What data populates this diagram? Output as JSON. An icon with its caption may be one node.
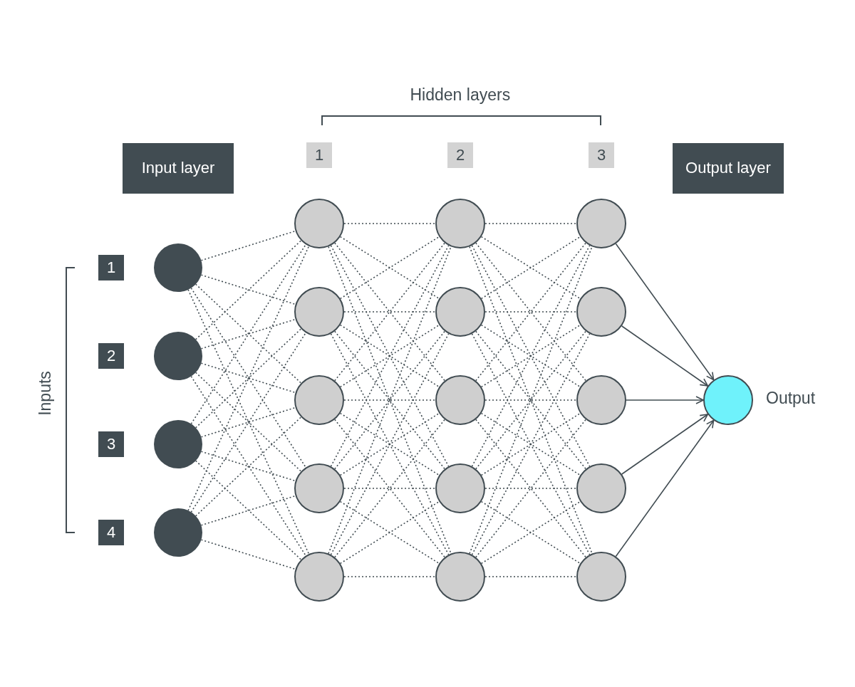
{
  "diagram": {
    "nodes": [
      {
        "text": [
          "Input layer"
        ]
      },
      {
        "text": [
          "1"
        ]
      },
      {
        "text": [
          "2"
        ]
      },
      {
        "text": [
          "3"
        ]
      },
      {
        "text": [
          "Output layer"
        ]
      },
      {
        "text": [
          "1"
        ]
      },
      {
        "text": [
          "2"
        ]
      },
      {
        "text": [
          "3"
        ]
      },
      {
        "text": [
          "4"
        ]
      },
      {
        "text": [],
        "shape": "circle"
      },
      {
        "text": [],
        "shape": "circle"
      },
      {
        "text": [],
        "shape": "circle"
      },
      {
        "text": [],
        "shape": "circle"
      },
      {
        "text": [],
        "shape": "circle"
      },
      {
        "text": [],
        "shape": "circle"
      },
      {
        "text": [],
        "shape": "circle"
      },
      {
        "text": [],
        "shape": "circle"
      },
      {
        "text": [],
        "shape": "circle"
      },
      {
        "text": [],
        "shape": "circle"
      },
      {
        "text": [],
        "shape": "circle"
      },
      {
        "text": [],
        "shape": "circle"
      },
      {
        "text": [],
        "shape": "circle"
      },
      {
        "text": [],
        "shape": "circle"
      },
      {
        "text": [],
        "shape": "circle"
      },
      {
        "text": [],
        "shape": "circle"
      },
      {
        "text": [],
        "shape": "circle"
      },
      {
        "text": [],
        "shape": "circle"
      },
      {
        "text": [],
        "shape": "circle"
      },
      {
        "text": [],
        "shape": "circle",
        "beside": [
          "Output"
        ]
      }
    ],
    "edges": [
      {
        "from": 9,
        "to": 13,
        "arrow": "none",
        "style": "dashed"
      },
      {
        "from": 9,
        "to": 14,
        "arrow": "none",
        "style": "dashed"
      },
      {
        "from": 9,
        "to": 15,
        "arrow": "none",
        "style": "dashed"
      },
      {
        "from": 9,
        "to": 16,
        "arrow": "none",
        "style": "dashed"
      },
      {
        "from": 9,
        "to": 17,
        "arrow": "none",
        "style": "dashed"
      },
      {
        "from": 10,
        "to": 13,
        "arrow": "none",
        "style": "dashed"
      },
      {
        "from": 10,
        "to": 14,
        "arrow": "none",
        "style": "dashed"
      },
      {
        "from": 10,
        "to": 15,
        "arrow": "none",
        "style": "dashed"
      },
      {
        "from": 10,
        "to": 16,
        "arrow": "none",
        "style": "dashed"
      },
      {
        "from": 10,
        "to": 17,
        "arrow": "none",
        "style": "dashed"
      },
      {
        "from": 11,
        "to": 13,
        "arrow": "none",
        "style": "dashed"
      },
      {
        "from": 11,
        "to": 14,
        "arrow": "none",
        "style": "dashed"
      },
      {
        "from": 11,
        "to": 15,
        "arrow": "none",
        "style": "dashed"
      },
      {
        "from": 11,
        "to": 16,
        "arrow": "none",
        "style": "dashed"
      },
      {
        "from": 11,
        "to": 17,
        "arrow": "none",
        "style": "dashed"
      },
      {
        "from": 12,
        "to": 13,
        "arrow": "none",
        "style": "dashed"
      },
      {
        "from": 12,
        "to": 14,
        "arrow": "none",
        "style": "dashed"
      },
      {
        "from": 12,
        "to": 15,
        "arrow": "none",
        "style": "dashed"
      },
      {
        "from": 12,
        "to": 16,
        "arrow": "none",
        "style": "dashed"
      },
      {
        "from": 12,
        "to": 17,
        "arrow": "none",
        "style": "dashed"
      },
      {
        "from": 13,
        "to": 18,
        "arrow": "none",
        "style": "dashed"
      },
      {
        "from": 13,
        "to": 19,
        "arrow": "none",
        "style": "dashed"
      },
      {
        "from": 13,
        "to": 20,
        "arrow": "none",
        "style": "dashed"
      },
      {
        "from": 13,
        "to": 21,
        "arrow": "none",
        "style": "dashed"
      },
      {
        "from": 13,
        "to": 22,
        "arrow": "none",
        "style": "dashed"
      },
      {
        "from": 14,
        "to": 18,
        "arrow": "none",
        "style": "dashed"
      },
      {
        "from": 14,
        "to": 19,
        "arrow": "none",
        "style": "dashed"
      },
      {
        "from": 14,
        "to": 20,
        "arrow": "none",
        "style": "dashed"
      },
      {
        "from": 14,
        "to": 21,
        "arrow": "none",
        "style": "dashed"
      },
      {
        "from": 14,
        "to": 22,
        "arrow": "none",
        "style": "dashed"
      },
      {
        "from": 15,
        "to": 18,
        "arrow": "none",
        "style": "dashed"
      },
      {
        "from": 15,
        "to": 19,
        "arrow": "none",
        "style": "dashed"
      },
      {
        "from": 15,
        "to": 20,
        "arrow": "none",
        "style": "dashed"
      },
      {
        "from": 15,
        "to": 21,
        "arrow": "none",
        "style": "dashed"
      },
      {
        "from": 15,
        "to": 22,
        "arrow": "none",
        "style": "dashed"
      },
      {
        "from": 16,
        "to": 18,
        "arrow": "none",
        "style": "dashed"
      },
      {
        "from": 16,
        "to": 19,
        "arrow": "none",
        "style": "dashed"
      },
      {
        "from": 16,
        "to": 20,
        "arrow": "none",
        "style": "dashed"
      },
      {
        "from": 16,
        "to": 21,
        "arrow": "none",
        "style": "dashed"
      },
      {
        "from": 16,
        "to": 22,
        "arrow": "none",
        "style": "dashed"
      },
      {
        "from": 17,
        "to": 18,
        "arrow": "none",
        "style": "dashed"
      },
      {
        "from": 17,
        "to": 19,
        "arrow": "none",
        "style": "dashed"
      },
      {
        "from": 17,
        "to": 20,
        "arrow": "none",
        "style": "dashed"
      },
      {
        "from": 17,
        "to": 21,
        "arrow": "none",
        "style": "dashed"
      },
      {
        "from": 17,
        "to": 22,
        "arrow": "none",
        "style": "dashed"
      },
      {
        "from": 18,
        "to": 23,
        "arrow": "none",
        "style": "dashed"
      },
      {
        "from": 18,
        "to": 24,
        "arrow": "none",
        "style": "dashed"
      },
      {
        "from": 18,
        "to": 25,
        "arrow": "none",
        "style": "dashed"
      },
      {
        "from": 18,
        "to": 26,
        "arrow": "none",
        "style": "dashed"
      },
      {
        "from": 18,
        "to": 27,
        "arrow": "none",
        "style": "dashed"
      },
      {
        "from": 19,
        "to": 23,
        "arrow": "none",
        "style": "dashed"
      },
      {
        "from": 19,
        "to": 24,
        "arrow": "none",
        "style": "dashed"
      },
      {
        "from": 19,
        "to": 25,
        "arrow": "none",
        "style": "dashed"
      },
      {
        "from": 19,
        "to": 26,
        "arrow": "none",
        "style": "dashed"
      },
      {
        "from": 19,
        "to": 27,
        "arrow": "none",
        "style": "dashed"
      },
      {
        "from": 20,
        "to": 23,
        "arrow": "none",
        "style": "dashed"
      },
      {
        "from": 20,
        "to": 24,
        "arrow": "none",
        "style": "dashed"
      },
      {
        "from": 20,
        "to": 25,
        "arrow": "none",
        "style": "dashed"
      },
      {
        "from": 20,
        "to": 26,
        "arrow": "none",
        "style": "dashed"
      },
      {
        "from": 20,
        "to": 27,
        "arrow": "none",
        "style": "dashed"
      },
      {
        "from": 21,
        "to": 23,
        "arrow": "none",
        "style": "dashed"
      },
      {
        "from": 21,
        "to": 24,
        "arrow": "none",
        "style": "dashed"
      },
      {
        "from": 21,
        "to": 25,
        "arrow": "none",
        "style": "dashed"
      },
      {
        "from": 21,
        "to": 26,
        "arrow": "none",
        "style": "dashed"
      },
      {
        "from": 21,
        "to": 27,
        "arrow": "none",
        "style": "dashed"
      },
      {
        "from": 22,
        "to": 23,
        "arrow": "none",
        "style": "dashed"
      },
      {
        "from": 22,
        "to": 24,
        "arrow": "none",
        "style": "dashed"
      },
      {
        "from": 22,
        "to": 25,
        "arrow": "none",
        "style": "dashed"
      },
      {
        "from": 22,
        "to": 26,
        "arrow": "none",
        "style": "dashed"
      },
      {
        "from": 22,
        "to": 27,
        "arrow": "none",
        "style": "dashed"
      },
      {
        "from": 23,
        "to": 28,
        "arrow": "to"
      },
      {
        "from": 24,
        "to": 28,
        "arrow": "to"
      },
      {
        "from": 25,
        "to": 28,
        "arrow": "to"
      },
      {
        "from": 26,
        "to": 28,
        "arrow": "to"
      },
      {
        "from": 27,
        "to": 28,
        "arrow": "to"
      }
    ],
    "labels": [
      "Hidden layers",
      "Inputs"
    ]
  }
}
